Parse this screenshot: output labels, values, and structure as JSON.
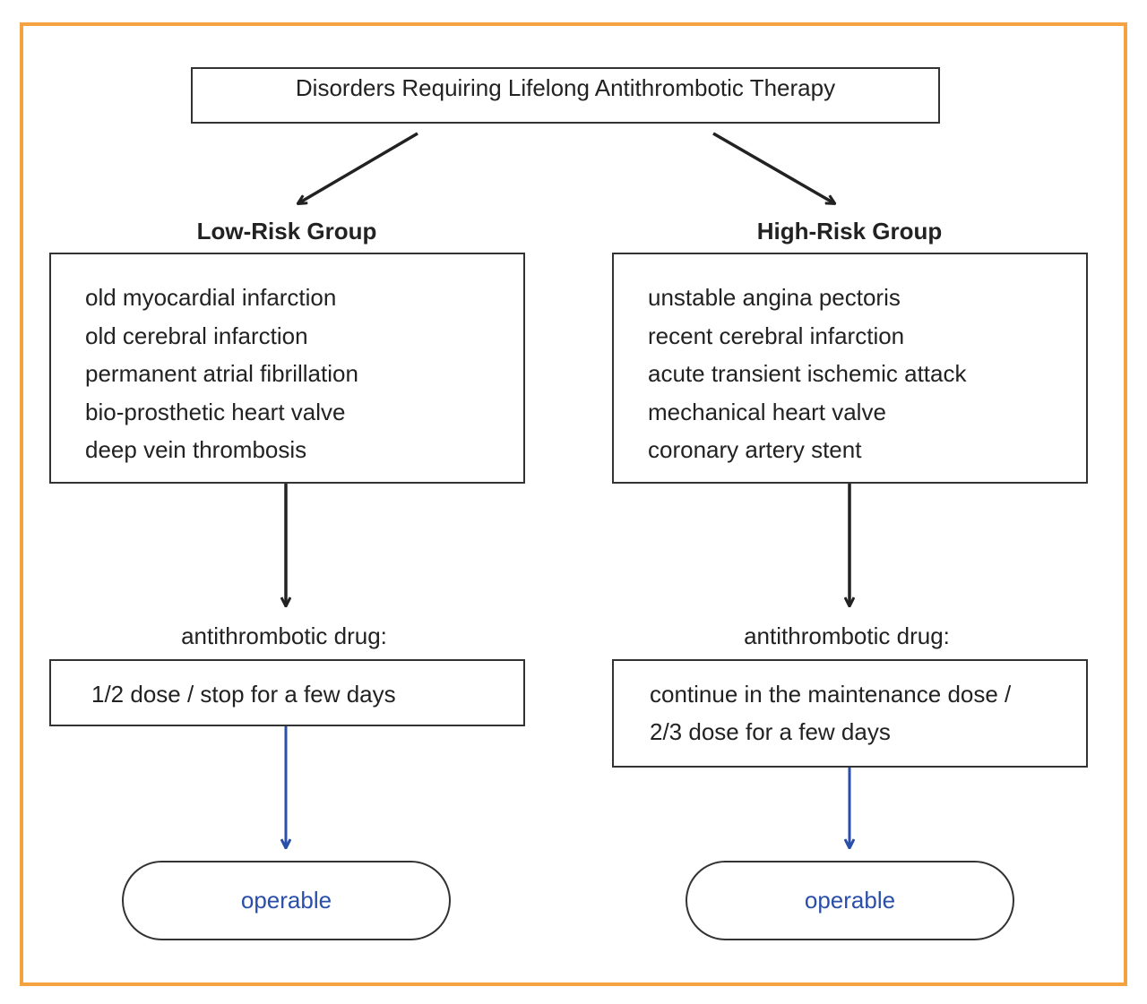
{
  "title": "Disorders Requiring Lifelong Antithrombotic Therapy",
  "colors": {
    "frame": "#f4a340",
    "outcome_arrow": "#2a4fa8",
    "outcome_text": "#2a4fa8",
    "line": "#333333"
  },
  "low_risk": {
    "heading": "Low-Risk Group",
    "items": [
      "old myocardial infarction",
      "old cerebral infarction",
      "permanent atrial fibrillation",
      "bio-prosthetic heart valve",
      "deep vein thrombosis"
    ],
    "drug_label": "antithrombotic drug:",
    "dose_lines": [
      "1/2 dose / stop for a few days"
    ],
    "outcome": "operable"
  },
  "high_risk": {
    "heading": "High-Risk Group",
    "items": [
      "unstable angina pectoris",
      "recent cerebral infarction",
      "acute transient ischemic attack",
      "mechanical heart valve",
      "coronary artery stent"
    ],
    "drug_label": "antithrombotic drug:",
    "dose_lines": [
      "continue in the maintenance dose /",
      "2/3 dose for a few days"
    ],
    "outcome": "operable"
  }
}
